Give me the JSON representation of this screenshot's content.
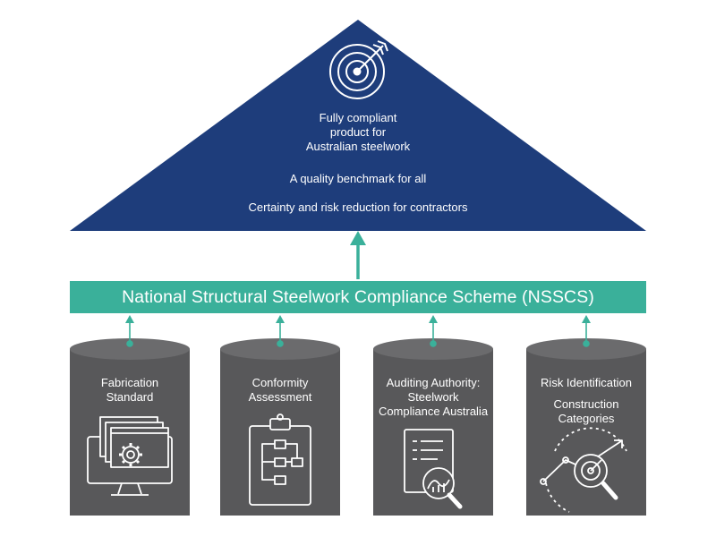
{
  "pyramid": {
    "headline": [
      "Fully compliant",
      "product for",
      "Australian steelwork"
    ],
    "benefit_quality": "A quality benchmark for all",
    "benefit_certainty": "Certainty and risk reduction for contractors",
    "icon": "target-icon",
    "color": "#1e3d7b"
  },
  "scheme": {
    "title": "National Structural Steelwork Compliance Scheme (NSSCS)",
    "color": "#3ab09a"
  },
  "pillars": [
    {
      "lines": [
        "Fabrication",
        "Standard"
      ],
      "icon": "gear-monitor-icon"
    },
    {
      "lines": [
        "Conformity",
        "Assessment"
      ],
      "icon": "clipboard-flowchart-icon"
    },
    {
      "lines": [
        "Auditing Authority:",
        "Steelwork",
        "Compliance Australia"
      ],
      "icon": "document-magnifier-icon"
    },
    {
      "lines": [
        "Risk Identification"
      ],
      "sublines": [
        "Construction",
        "Categories"
      ],
      "icon": "risk-magnifier-icon"
    }
  ],
  "colors": {
    "pillar": "#58585a",
    "pillar_cap": "#6b6b6d",
    "connector": "#3ab09a"
  }
}
